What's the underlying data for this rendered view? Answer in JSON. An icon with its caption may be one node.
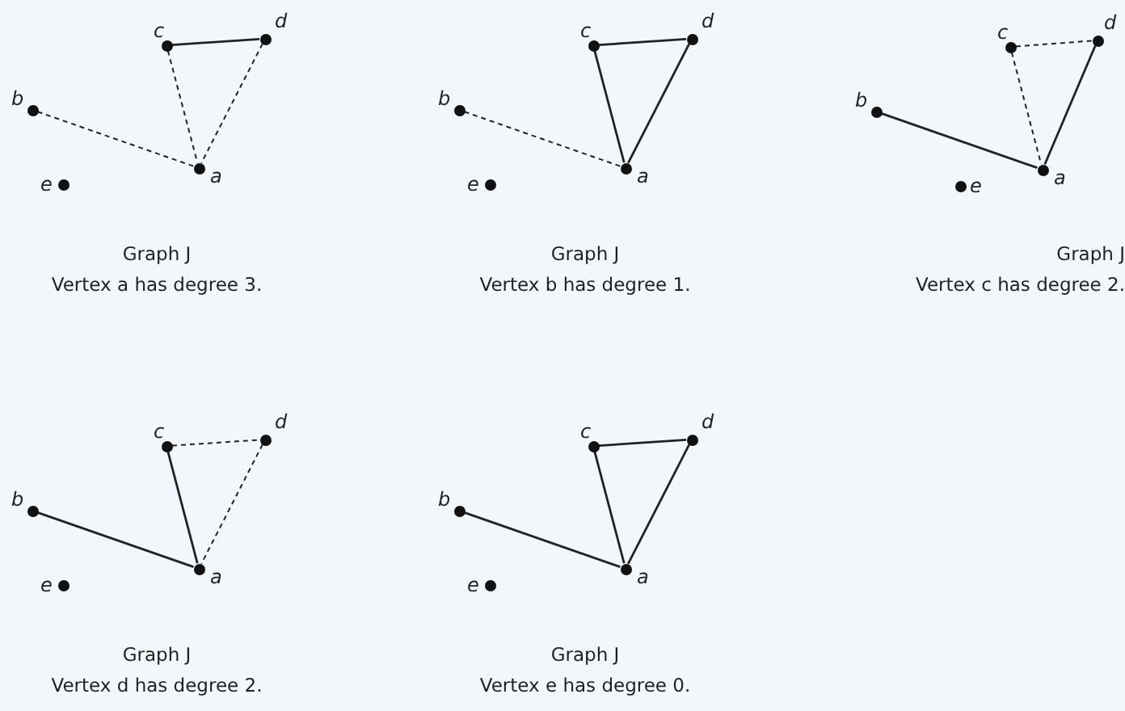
{
  "diagram": {
    "nodes": [
      {
        "text": [],
        "shape": "circle",
        "beside": [
          "c"
        ]
      },
      {
        "text": [],
        "shape": "circle",
        "beside": [
          "d"
        ]
      },
      {
        "text": [],
        "shape": "circle",
        "beside": [
          "b"
        ]
      },
      {
        "text": [],
        "shape": "circle",
        "beside": [
          "a"
        ]
      },
      {
        "text": [],
        "shape": "circle",
        "beside": [
          "e"
        ]
      },
      {
        "text": [],
        "shape": "circle",
        "beside": [
          "c"
        ]
      },
      {
        "text": [],
        "shape": "circle",
        "beside": [
          "d"
        ]
      },
      {
        "text": [],
        "shape": "circle",
        "beside": [
          "b"
        ]
      },
      {
        "text": [],
        "shape": "circle",
        "beside": [
          "a"
        ]
      },
      {
        "text": [],
        "shape": "circle",
        "beside": [
          "e"
        ]
      },
      {
        "text": [],
        "shape": "circle",
        "beside": [
          "c"
        ]
      },
      {
        "text": [],
        "shape": "circle",
        "beside": [
          "d"
        ]
      },
      {
        "text": [],
        "shape": "circle",
        "beside": [
          "b"
        ]
      },
      {
        "text": [],
        "shape": "circle",
        "beside": [
          "a"
        ]
      },
      {
        "text": [],
        "shape": "circle",
        "beside": [
          "e"
        ]
      },
      {
        "text": [],
        "shape": "circle",
        "beside": [
          "c"
        ]
      },
      {
        "text": [],
        "shape": "circle",
        "beside": [
          "d"
        ]
      },
      {
        "text": [],
        "shape": "circle",
        "beside": [
          "b"
        ]
      },
      {
        "text": [],
        "shape": "circle",
        "beside": [
          "a"
        ]
      },
      {
        "text": [],
        "shape": "circle",
        "beside": [
          "e"
        ]
      },
      {
        "text": [],
        "shape": "circle",
        "beside": [
          "c"
        ]
      },
      {
        "text": [],
        "shape": "circle",
        "beside": [
          "d"
        ]
      },
      {
        "text": [],
        "shape": "circle",
        "beside": [
          "b"
        ]
      },
      {
        "text": [],
        "shape": "circle",
        "beside": [
          "a"
        ]
      },
      {
        "text": [],
        "shape": "circle",
        "beside": [
          "e"
        ]
      }
    ],
    "edges": [
      {
        "from": 0,
        "to": 1,
        "arrow": "none"
      },
      {
        "from": 2,
        "to": 3,
        "arrow": "none",
        "style": "dashed"
      },
      {
        "from": 0,
        "to": 3,
        "arrow": "none",
        "style": "dashed"
      },
      {
        "from": 1,
        "to": 3,
        "arrow": "none",
        "style": "dashed"
      },
      {
        "from": 5,
        "to": 6,
        "arrow": "none"
      },
      {
        "from": 7,
        "to": 8,
        "arrow": "none",
        "style": "dashed"
      },
      {
        "from": 5,
        "to": 8,
        "arrow": "none"
      },
      {
        "from": 6,
        "to": 8,
        "arrow": "none"
      },
      {
        "from": 10,
        "to": 11,
        "arrow": "none",
        "style": "dashed"
      },
      {
        "from": 12,
        "to": 13,
        "arrow": "none"
      },
      {
        "from": 10,
        "to": 13,
        "arrow": "none",
        "style": "dashed"
      },
      {
        "from": 11,
        "to": 13,
        "arrow": "none"
      },
      {
        "from": 15,
        "to": 16,
        "arrow": "none",
        "style": "dashed"
      },
      {
        "from": 17,
        "to": 18,
        "arrow": "none"
      },
      {
        "from": 15,
        "to": 18,
        "arrow": "none"
      },
      {
        "from": 16,
        "to": 18,
        "arrow": "none",
        "style": "dashed"
      },
      {
        "from": 20,
        "to": 21,
        "arrow": "none"
      },
      {
        "from": 22,
        "to": 23,
        "arrow": "none"
      },
      {
        "from": 20,
        "to": 23,
        "arrow": "none"
      },
      {
        "from": 21,
        "to": 23,
        "arrow": "none"
      }
    ],
    "labels": [
      "Graph J",
      "Vertex a has degree 3.",
      "Graph J",
      "Vertex b has degree 1.",
      "Graph J",
      "Vertex c has degree 2.",
      "Graph J",
      "Vertex d has degree 2.",
      "Graph J",
      "Vertex e has degree 0."
    ]
  }
}
